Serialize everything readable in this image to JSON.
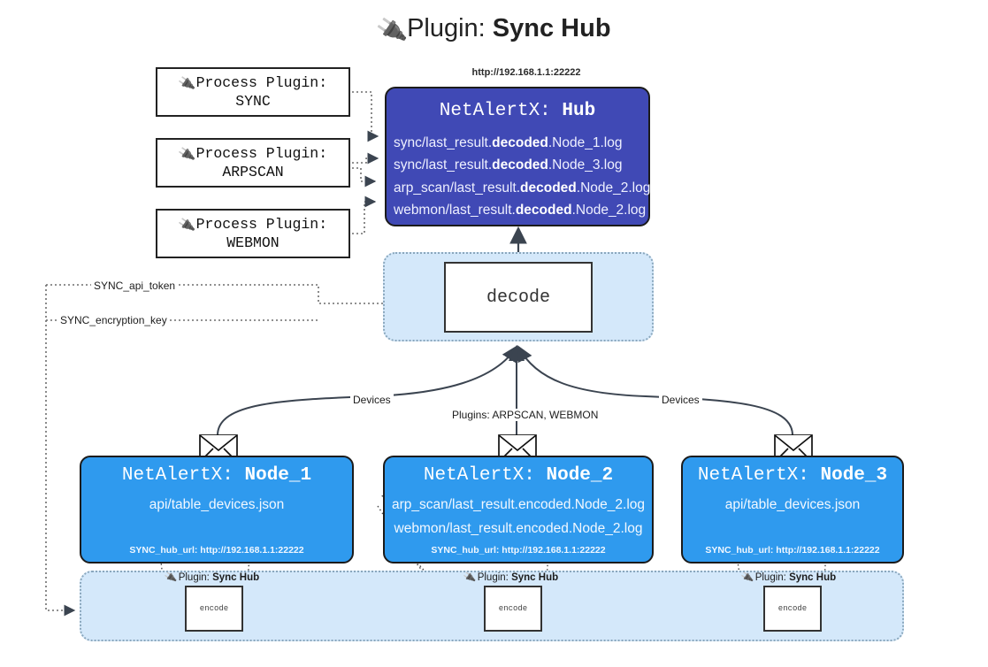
{
  "title": {
    "plug_icon": "plug-icon",
    "prefix": "Plugin:",
    "name": "Sync Hub"
  },
  "process_plugins": [
    {
      "line1": "Process Plugin:",
      "line2": "SYNC"
    },
    {
      "line1": "Process Plugin:",
      "line2": "ARPSCAN"
    },
    {
      "line1": "Process Plugin:",
      "line2": "WEBMON"
    }
  ],
  "hub": {
    "url": "http://192.168.1.1:22222",
    "header_prefix": "NetAlertX:",
    "header_name": "Hub",
    "rows": [
      {
        "pre": "sync/last_result.",
        "bold": "decoded",
        "post": ".Node_1.log"
      },
      {
        "pre": "sync/last_result.",
        "bold": "decoded",
        "post": ".Node_3.log"
      },
      {
        "pre": "arp_scan/last_result.",
        "bold": "decoded",
        "post": ".Node_2.log"
      },
      {
        "pre": "webmon/last_result.",
        "bold": "decoded",
        "post": ".Node_2.log"
      }
    ]
  },
  "decode": {
    "label": "decode"
  },
  "edge_labels": {
    "api_token": "SYNC_api_token",
    "encryption_key": "SYNC_encryption_key",
    "devices_left": "Devices",
    "devices_right": "Devices",
    "plugins_mid": "Plugins: ARPSCAN, WEBMON"
  },
  "nodes": [
    {
      "header_prefix": "NetAlertX:",
      "header_name": "Node_1",
      "lines": [
        "api/table_devices.json"
      ],
      "footer": "SYNC_hub_url: http://192.168.1.1:22222"
    },
    {
      "header_prefix": "NetAlertX:",
      "header_name": "Node_2",
      "lines": [
        "arp_scan/last_result.encoded.Node_2.log",
        "webmon/last_result.encoded.Node_2.log"
      ],
      "footer": "SYNC_hub_url: http://192.168.1.1:22222"
    },
    {
      "header_prefix": "NetAlertX:",
      "header_name": "Node_3",
      "lines": [
        "api/table_devices.json"
      ],
      "footer": "SYNC_hub_url: http://192.168.1.1:22222"
    }
  ],
  "encoders": [
    {
      "plugin_label_prefix": "Plugin:",
      "plugin_label_name": "Sync Hub",
      "box": "encode"
    },
    {
      "plugin_label_prefix": "Plugin:",
      "plugin_label_name": "Sync Hub",
      "box": "encode"
    },
    {
      "plugin_label_prefix": "Plugin:",
      "plugin_label_name": "Sync Hub",
      "box": "encode"
    }
  ],
  "icons": {
    "envelope": "envelope-icon",
    "plug": "plug-icon"
  },
  "colors": {
    "hub_blue": "#4049b5",
    "node_blue": "#2f9aee",
    "container_blue": "#d4e8fa",
    "stroke": "#1b1b1b",
    "background": "#ffffff"
  }
}
